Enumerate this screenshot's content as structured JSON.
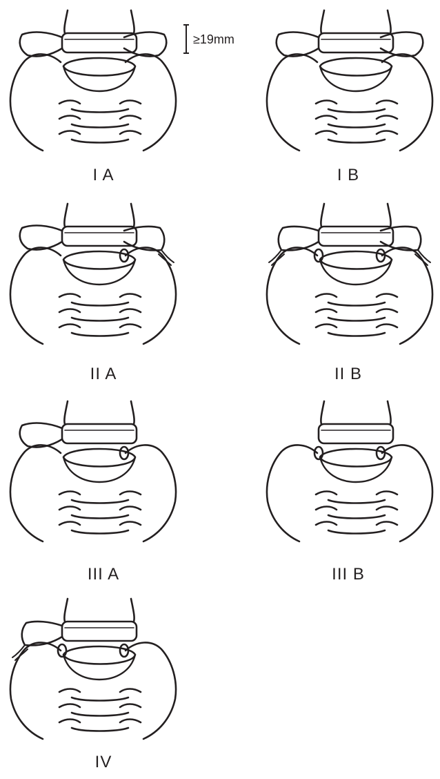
{
  "figure": {
    "stroke_color": "#231f20",
    "background": "#ffffff",
    "measurement": {
      "label": "≥19mm"
    },
    "panels": [
      {
        "id": "IA",
        "caption": "I A",
        "left_ear": "transverse",
        "right_ear": "transverse",
        "left_bridge": false,
        "right_bridge": false,
        "left_nub": false,
        "right_nub": false
      },
      {
        "id": "IB",
        "caption": "I B",
        "left_ear": "transverse",
        "right_ear": "transverse",
        "left_bridge": false,
        "right_bridge": false,
        "left_nub": false,
        "right_nub": false
      },
      {
        "id": "IIA",
        "caption": "II A",
        "left_ear": "transverse",
        "right_ear": "joint",
        "left_bridge": false,
        "right_bridge": true,
        "left_nub": false,
        "right_nub": true
      },
      {
        "id": "IIB",
        "caption": "II B",
        "left_ear": "joint",
        "right_ear": "joint",
        "left_bridge": true,
        "right_bridge": true,
        "left_nub": true,
        "right_nub": true
      },
      {
        "id": "IIIA",
        "caption": "III A",
        "left_ear": "transverse",
        "right_ear": "none",
        "left_bridge": false,
        "right_bridge": false,
        "left_nub": false,
        "right_nub": true
      },
      {
        "id": "IIIB",
        "caption": "III B",
        "left_ear": "none",
        "right_ear": "none",
        "left_bridge": false,
        "right_bridge": false,
        "left_nub": true,
        "right_nub": true
      },
      {
        "id": "IV",
        "caption": "IV",
        "left_ear": "joint",
        "right_ear": "none",
        "left_bridge": true,
        "right_bridge": false,
        "left_nub": true,
        "right_nub": true
      }
    ]
  }
}
